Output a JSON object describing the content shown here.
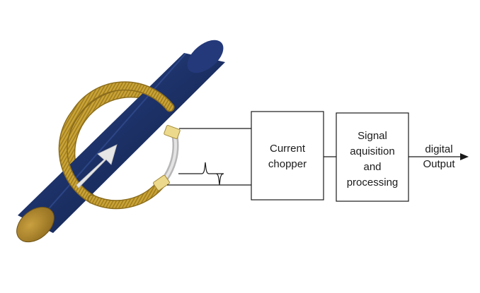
{
  "blocks": {
    "chopper": {
      "line1": "Current",
      "line2": "chopper"
    },
    "signal": {
      "line1": "Signal",
      "line2": "aquisition",
      "line3": "and",
      "line4": "processing"
    }
  },
  "output": {
    "line1": "digital",
    "line2": "Output"
  },
  "colors": {
    "conductor": "#1b2f63",
    "conductor_highlight": "#2d4a8f",
    "conductor_end": "#b28a28",
    "coil": "#c9a334",
    "coil_dark": "#8c6d1c",
    "gap_segment": "#c8c8c8",
    "arrow": "#e6e6e6",
    "lines": "#1a1a1a"
  },
  "icons": {
    "current_direction": "arrow-up-right-icon"
  }
}
